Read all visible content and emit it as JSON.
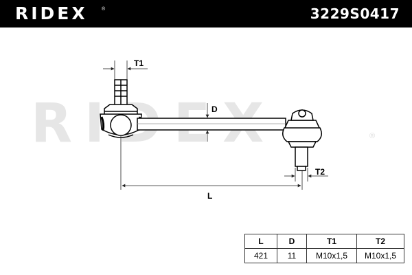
{
  "header": {
    "brand": "RIDEX",
    "brand_mark": "®",
    "part_number": "3229S0417"
  },
  "watermark": {
    "text": "RIDEX",
    "mark": "®"
  },
  "dimensions": {
    "t1": "T1",
    "d": "D",
    "t2": "T2",
    "l": "L"
  },
  "specs": {
    "headers": [
      "L",
      "D",
      "T1",
      "T2"
    ],
    "values": [
      "421",
      "11",
      "M10x1,5",
      "M10x1,5"
    ]
  },
  "colors": {
    "header_bg": "#000000",
    "drawing": "#000000",
    "dimension_lines": "#222222",
    "watermark": "#e6e6e6"
  }
}
